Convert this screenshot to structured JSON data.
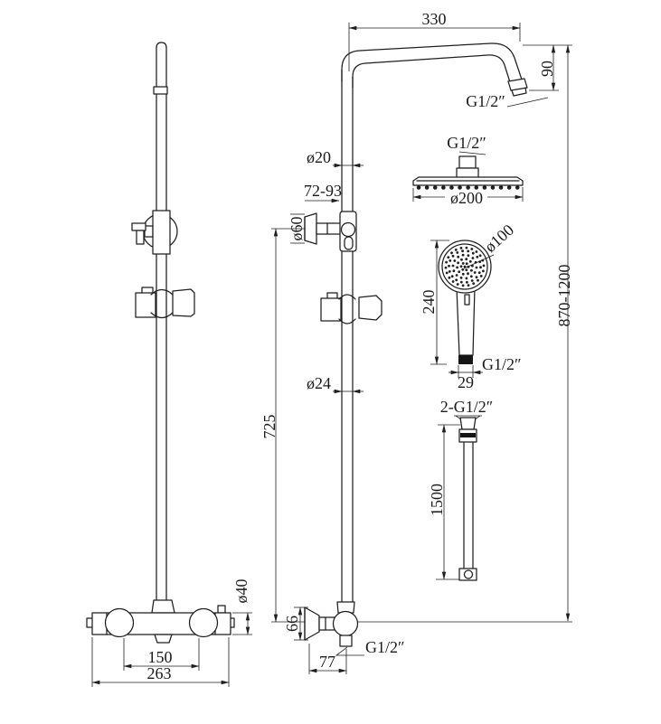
{
  "labels": {
    "front": {
      "knob_spacing": "150",
      "total_width": "263",
      "valve_diameter": "ø40"
    },
    "side": {
      "arm_width": "330",
      "arm_drop": "90",
      "overall_height": "870-1200",
      "arm_outlet_thread": "G1/2″",
      "riser_upper_diameter": "ø20",
      "bracket_range": "72-93",
      "bracket_flange_diameter": "ø60",
      "riser_length": "725",
      "riser_lower_diameter": "ø24",
      "elbow_flange_height": "66",
      "elbow_wall_offset": "77",
      "elbow_outlet_thread": "G1/2″"
    },
    "details": {
      "head_inlet_thread": "G1/2″",
      "head_diameter": "ø200",
      "handset_diameter": "ø100",
      "handset_length": "240",
      "handset_outlet_thread": "G1/2″",
      "handset_connector_width": "29",
      "hose_end_threads": "2-G1/2″",
      "hose_length": "1500"
    }
  },
  "colors": {
    "line": "#1f1f1f",
    "background": "#ffffff"
  }
}
